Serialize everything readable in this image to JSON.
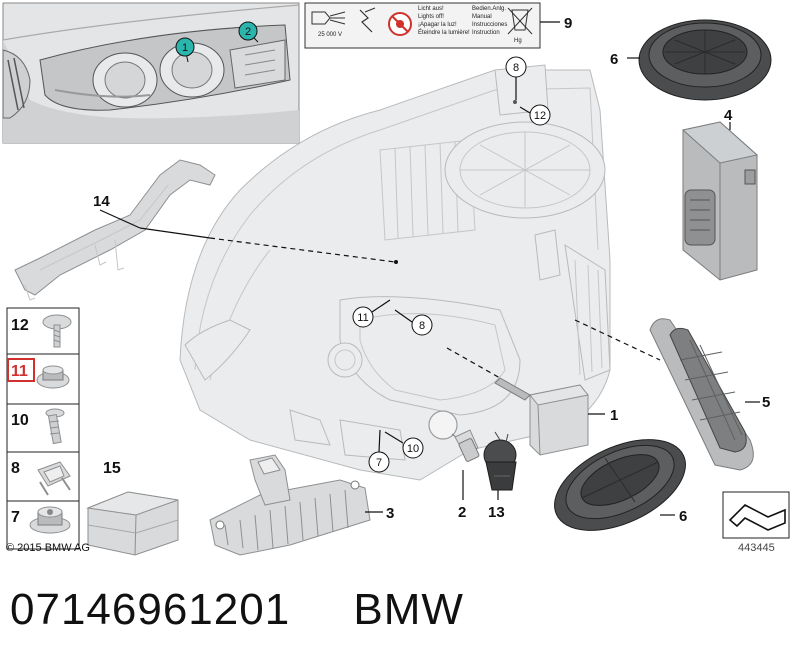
{
  "callouts": {
    "c1": "1",
    "c2": "2",
    "c3": "3",
    "c4": "4",
    "c5": "5",
    "c6a": "6",
    "c6b": "6",
    "c7": "7",
    "c8a": "8",
    "c8b": "8",
    "c9": "9",
    "c10": "10",
    "c11": "11",
    "c12": "12",
    "c13": "13",
    "c14": "14"
  },
  "inset": {
    "marker1": "1",
    "marker2": "2"
  },
  "warning_label": {
    "line1": "Licht aus!",
    "line2": "Lights off!",
    "line3": "¡Apagar la luz!",
    "line4": "Éteindre la lumière!",
    "line5": "Bedien.Anlg.",
    "line6": "Manual",
    "line7": "Instrucciones",
    "line8": "Instruction",
    "voltage": "25 000 V",
    "hg": "Hg"
  },
  "kit": {
    "n12": "12",
    "n11": "11",
    "n10": "10",
    "n8": "8",
    "n7": "7",
    "n15": "15",
    "highlight_color": "#d0312d"
  },
  "footer": {
    "copyright": "© 2015 BMW AG",
    "diagram_id": "443445",
    "part_number": "07146961201",
    "brand": "BMW"
  }
}
